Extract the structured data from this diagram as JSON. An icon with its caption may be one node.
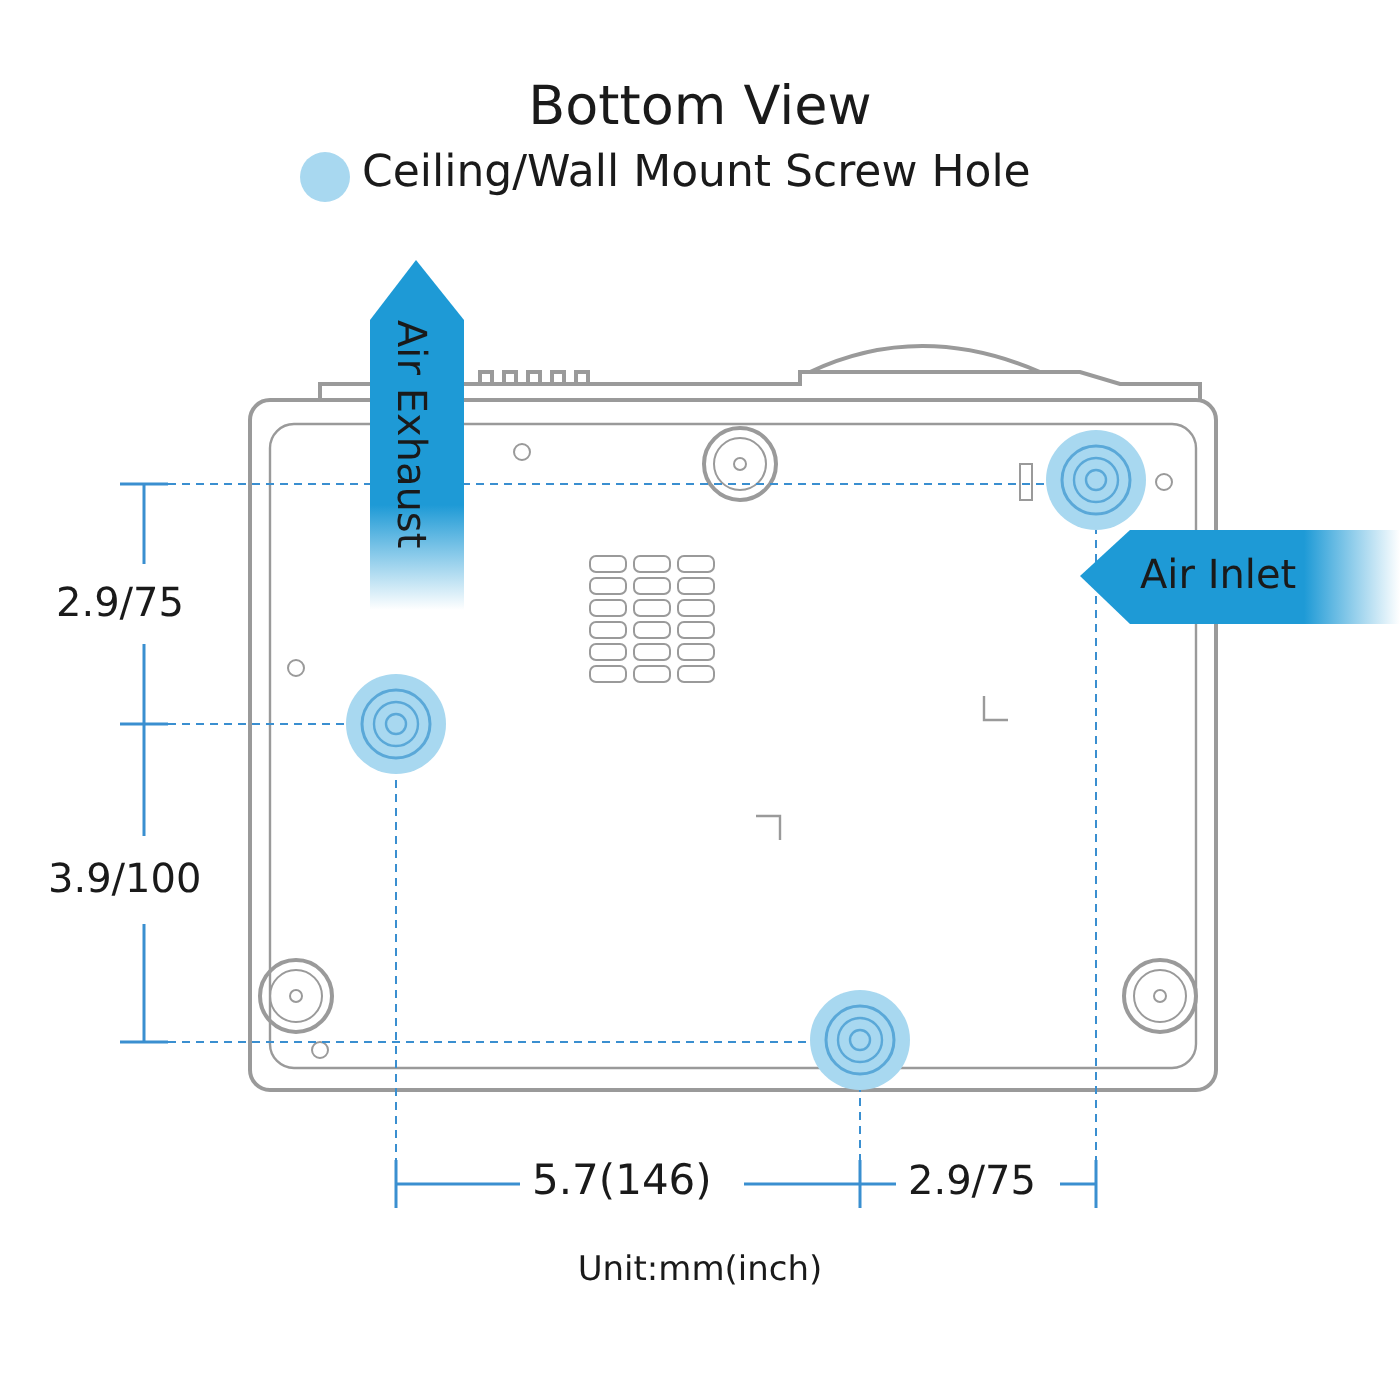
{
  "diagram": {
    "title": "Bottom View",
    "labels": [
      "Air Exhaust",
      "Air Inlet",
      "2.9/75",
      "3.9/100",
      "5.7(146)",
      "2.9/75",
      "Unit:mm(inch)"
    ],
    "legend": [
      {
        "text": "Ceiling/Wall Mount Screw Hole",
        "color": "#a8d8f0"
      }
    ]
  }
}
